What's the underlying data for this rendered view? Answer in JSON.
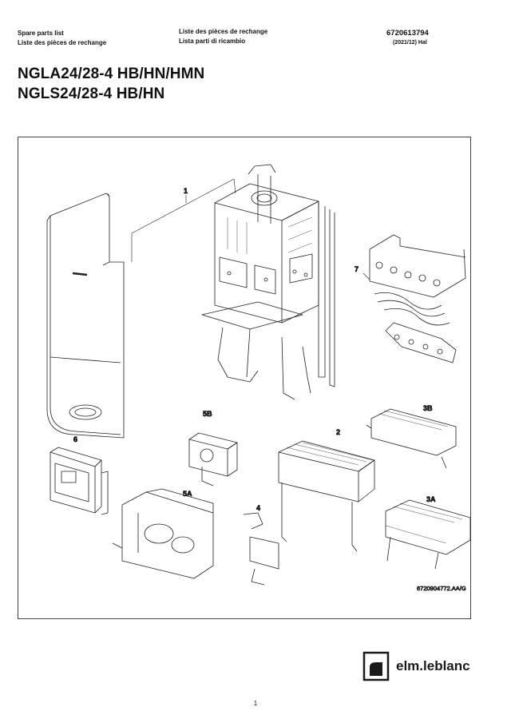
{
  "header": {
    "left": [
      "Spare parts list",
      "Liste des pièces de rechange"
    ],
    "middle": [
      "Liste des pièces de rechange",
      "Lista parti di ricambio"
    ],
    "doc_number": "6720613794",
    "doc_edition": "(2021/12) Hal"
  },
  "titles": [
    "NGLA24/28-4 HB/HN/HMN",
    "NGLS24/28-4 HB/HN"
  ],
  "diagram": {
    "callouts": [
      "1",
      "7",
      "5B",
      "6",
      "2",
      "3B",
      "5A",
      "4",
      "3A"
    ],
    "reference": "6720904772.AA/G"
  },
  "logo": {
    "text": "elm.leblanc",
    "icon": "elm-leblanc-logo-icon"
  },
  "page_number": "1"
}
